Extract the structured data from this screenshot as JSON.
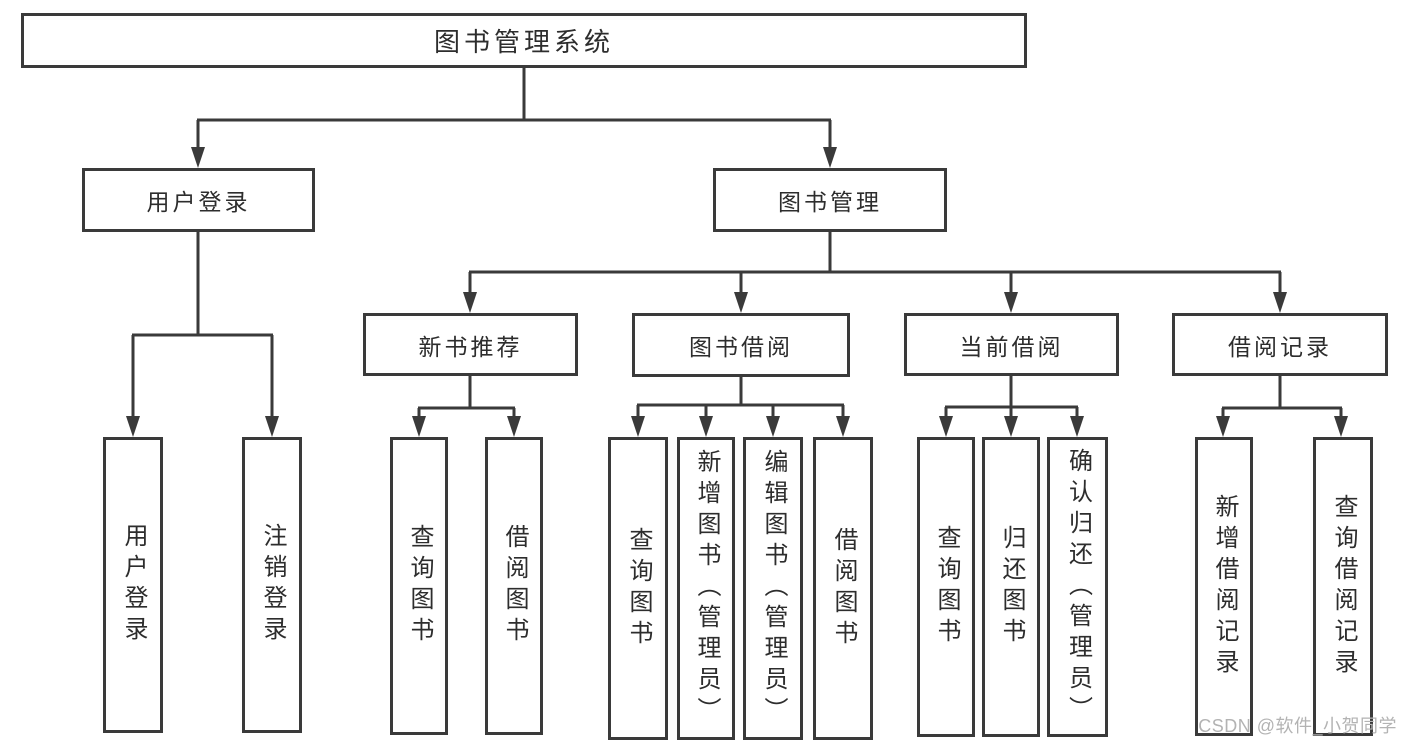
{
  "page": {
    "background": "#ffffff"
  },
  "diagram": {
    "line_color": "#3a3a3a",
    "text_color": "#2d2d2d",
    "root": {
      "label": "图书管理系统"
    },
    "level2": [
      {
        "label": "用户登录"
      },
      {
        "label": "图书管理"
      }
    ],
    "level3": [
      {
        "label": "新书推荐"
      },
      {
        "label": "图书借阅"
      },
      {
        "label": "当前借阅"
      },
      {
        "label": "借阅记录"
      }
    ],
    "leaves": {
      "user_login": [
        "用户登录",
        "注销登录"
      ],
      "new_book_recommend": [
        "查询图书",
        "借阅图书"
      ],
      "book_borrowing": [
        "查询图书",
        "新增图书（管理员）",
        "编辑图书（管理员）",
        "借阅图书"
      ],
      "current_borrowing": [
        "查询图书",
        "归还图书",
        "确认归还（管理员）"
      ],
      "borrowing_records": [
        "新增借阅记录",
        "查询借阅记录"
      ]
    }
  },
  "watermark": {
    "label": "CSDN @软件_小贺同学",
    "color": "#b3b3b3"
  }
}
